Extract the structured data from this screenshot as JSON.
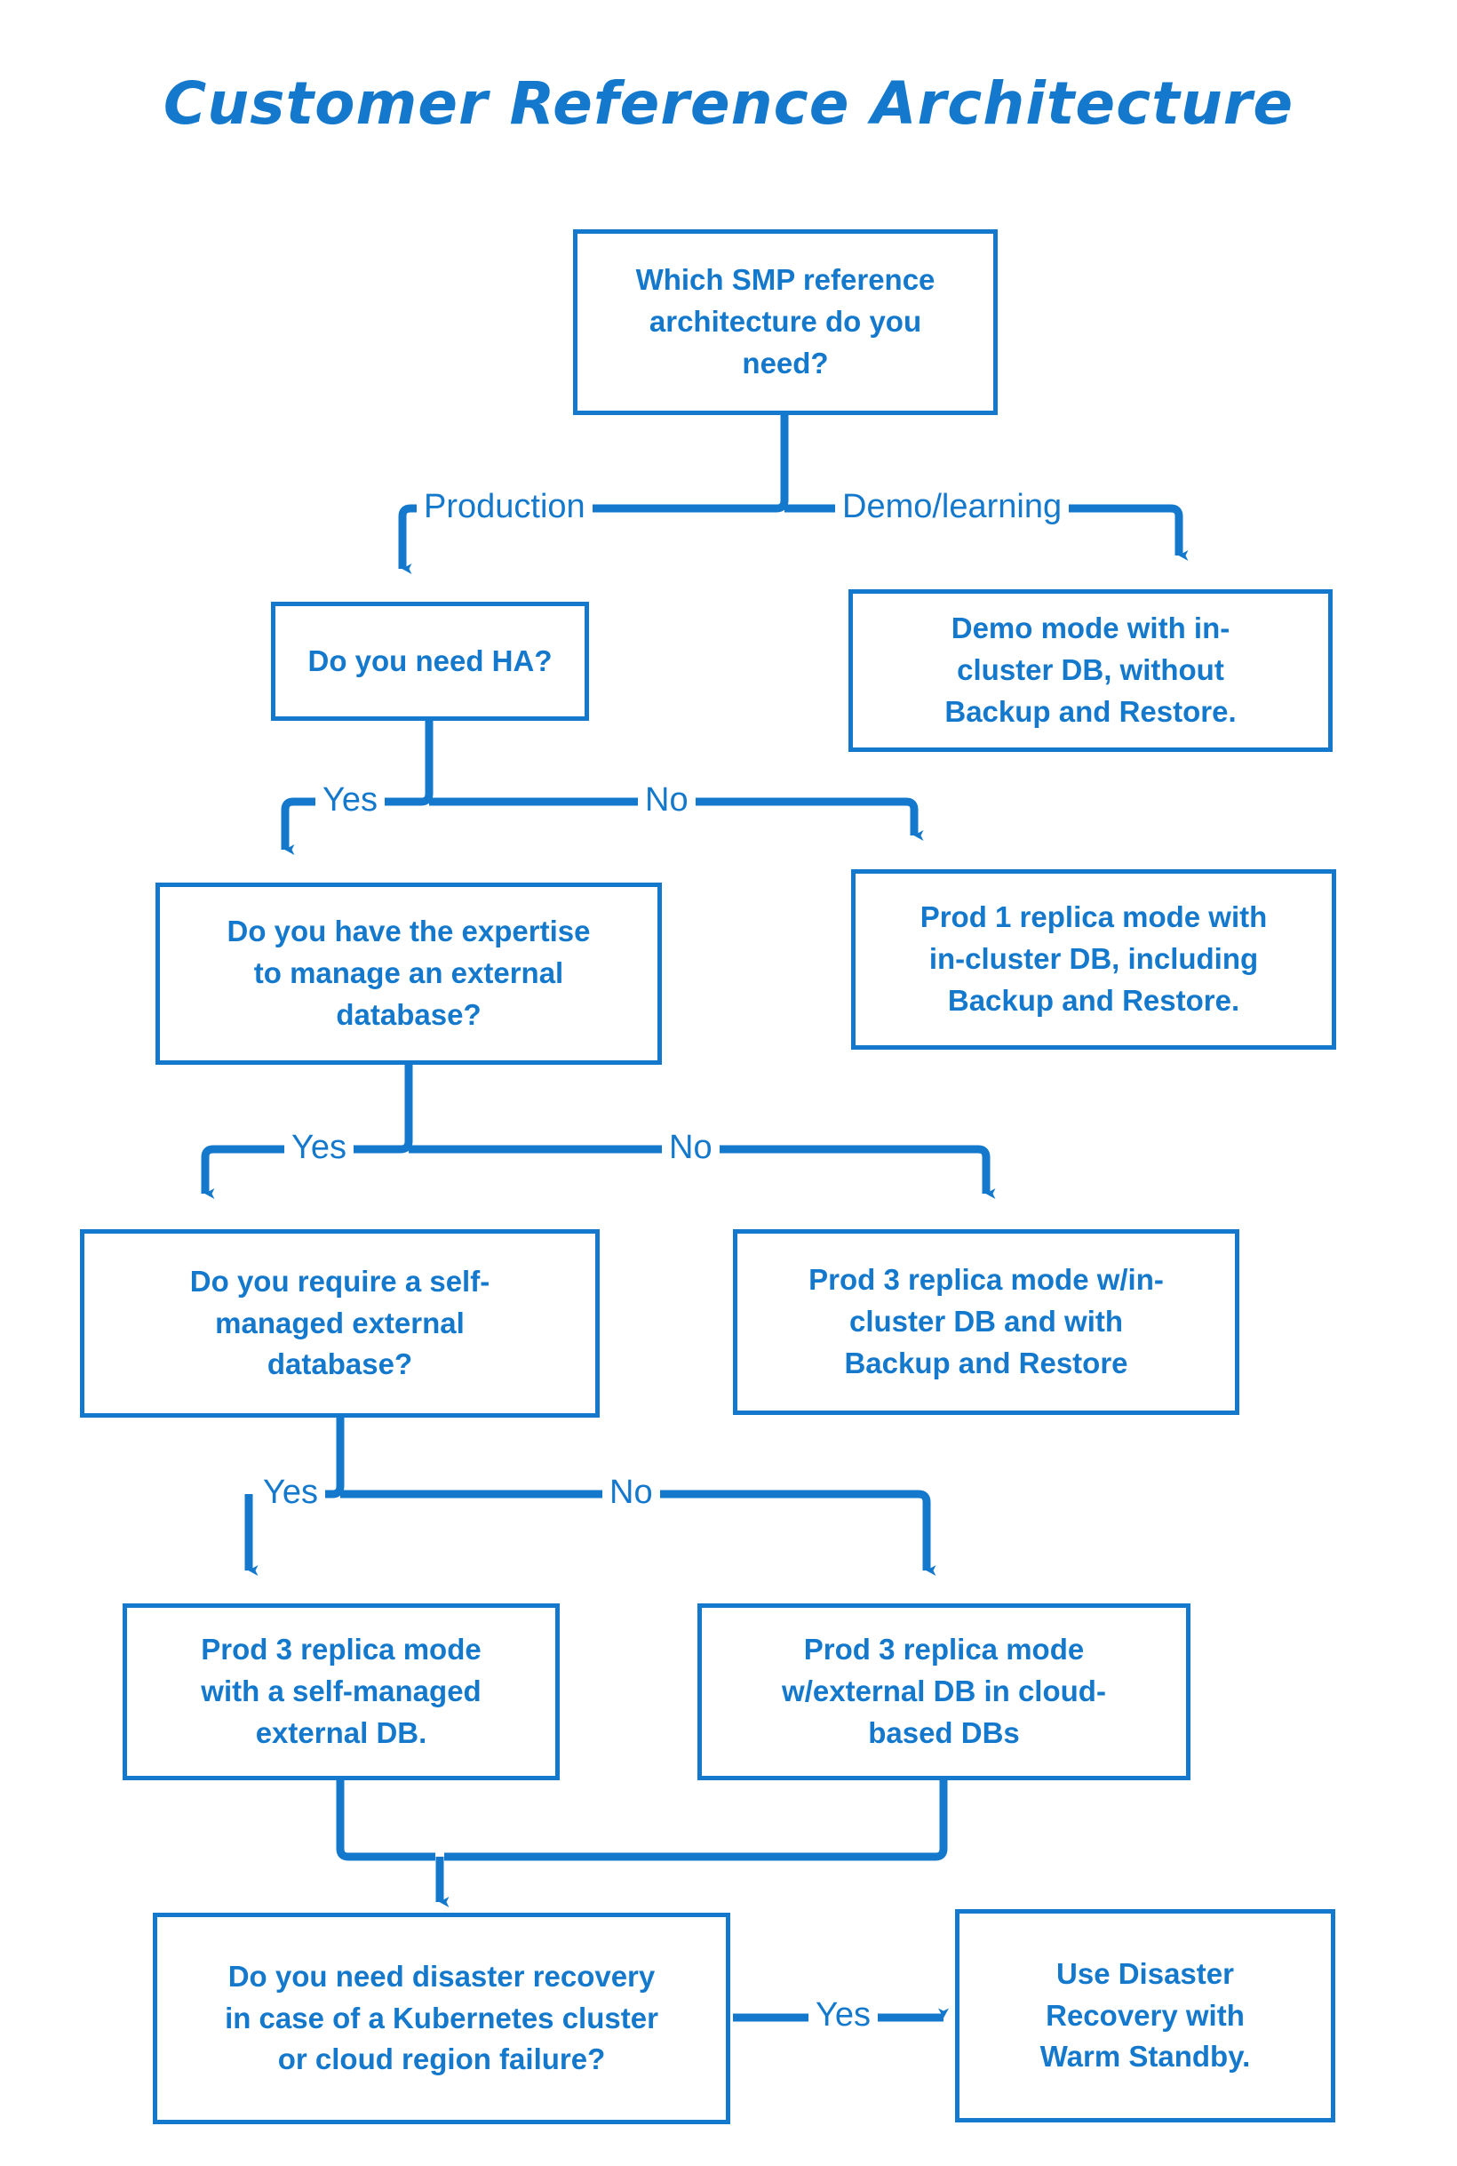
{
  "page": {
    "title": "Customer Reference Architecture",
    "accent_color": "#1479CC",
    "background_color": "#FFFFFF"
  },
  "chart_data": {
    "type": "diagram",
    "diagram_type": "decision-flowchart",
    "title": "Customer Reference Architecture",
    "nodes": [
      {
        "id": "q_which",
        "kind": "decision",
        "text": "Which SMP reference architecture do you need?"
      },
      {
        "id": "q_ha",
        "kind": "decision",
        "text": "Do you need HA?"
      },
      {
        "id": "r_demo",
        "kind": "result",
        "text": "Demo mode with in-cluster DB, without Backup and Restore."
      },
      {
        "id": "q_expertise",
        "kind": "decision",
        "text": "Do you have the expertise to manage an external database?"
      },
      {
        "id": "r_prod1",
        "kind": "result",
        "text": "Prod 1 replica mode with in-cluster DB, including Backup and Restore."
      },
      {
        "id": "q_selfmanaged",
        "kind": "decision",
        "text": "Do you require a self-managed external database?"
      },
      {
        "id": "r_prod3_incluster",
        "kind": "result",
        "text": "Prod 3 replica mode w/in-cluster DB and with Backup and Restore"
      },
      {
        "id": "r_prod3_selfmanaged",
        "kind": "result",
        "text": "Prod 3 replica mode with a self-managed external DB."
      },
      {
        "id": "r_prod3_cloud",
        "kind": "result",
        "text": "Prod 3 replica mode w/external DB in cloud-based DBs"
      },
      {
        "id": "q_dr",
        "kind": "decision",
        "text": "Do you need disaster recovery in case of a Kubernetes cluster or cloud region failure?"
      },
      {
        "id": "r_warmstandby",
        "kind": "result",
        "text": "Use Disaster Recovery with Warm Standby."
      }
    ],
    "edges": [
      {
        "from": "q_which",
        "to": "q_ha",
        "label": "Production"
      },
      {
        "from": "q_which",
        "to": "r_demo",
        "label": "Demo/learning"
      },
      {
        "from": "q_ha",
        "to": "q_expertise",
        "label": "Yes"
      },
      {
        "from": "q_ha",
        "to": "r_prod1",
        "label": "No"
      },
      {
        "from": "q_expertise",
        "to": "q_selfmanaged",
        "label": "Yes"
      },
      {
        "from": "q_expertise",
        "to": "r_prod3_incluster",
        "label": "No"
      },
      {
        "from": "q_selfmanaged",
        "to": "r_prod3_selfmanaged",
        "label": "Yes"
      },
      {
        "from": "q_selfmanaged",
        "to": "r_prod3_cloud",
        "label": "No"
      },
      {
        "from": "r_prod3_selfmanaged",
        "to": "q_dr",
        "label": ""
      },
      {
        "from": "r_prod3_cloud",
        "to": "q_dr",
        "label": ""
      },
      {
        "from": "q_dr",
        "to": "r_warmstandby",
        "label": "Yes"
      }
    ]
  },
  "nodes": {
    "q_which": {
      "line1": "Which SMP reference",
      "line2": "architecture do you",
      "line3": "need?"
    },
    "q_ha": {
      "line1": "Do you need HA?"
    },
    "r_demo": {
      "line1": "Demo mode with in-",
      "line2": "cluster DB, without",
      "line3": "Backup and Restore."
    },
    "q_expertise": {
      "line1": "Do you have the expertise",
      "line2": "to manage an external",
      "line3": "database?"
    },
    "r_prod1": {
      "line1": "Prod 1 replica mode with",
      "line2": "in-cluster DB, including",
      "line3": "Backup and Restore."
    },
    "q_selfmanaged": {
      "line1": "Do you require a self-",
      "line2": "managed external",
      "line3": "database?"
    },
    "r_prod3_incluster": {
      "line1": "Prod 3 replica mode w/in-",
      "line2": "cluster DB and with",
      "line3": "Backup and Restore"
    },
    "r_prod3_selfmanaged": {
      "line1": "Prod 3 replica mode",
      "line2": "with a self-managed",
      "line3": "external DB."
    },
    "r_prod3_cloud": {
      "line1": "Prod 3 replica mode",
      "line2": "w/external DB in cloud-",
      "line3": "based DBs"
    },
    "q_dr": {
      "line1": "Do you need disaster recovery",
      "line2": "in case of a Kubernetes cluster",
      "line3": "or cloud region failure?"
    },
    "r_warmstandby": {
      "line1": "Use Disaster",
      "line2": "Recovery with",
      "line3": "Warm Standby."
    }
  },
  "edge_labels": {
    "production": "Production",
    "demo_learning": "Demo/learning",
    "ha_yes": "Yes",
    "ha_no": "No",
    "expertise_yes": "Yes",
    "expertise_no": "No",
    "selfmanaged_yes": "Yes",
    "selfmanaged_no": "No",
    "dr_yes": "Yes"
  }
}
